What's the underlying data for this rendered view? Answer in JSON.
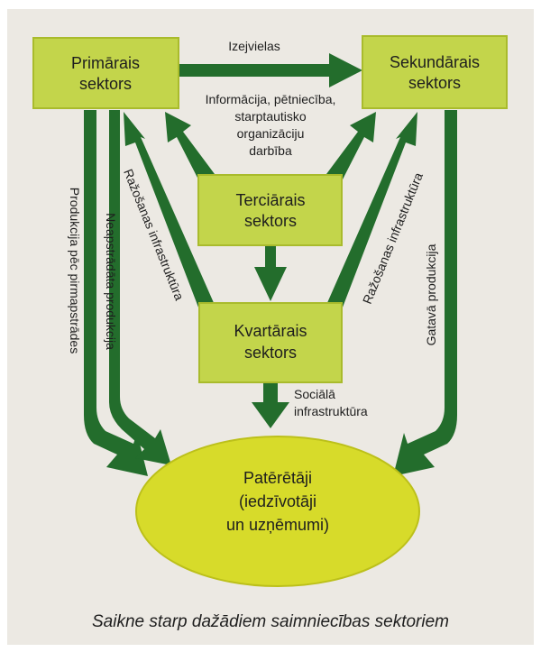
{
  "colors": {
    "page": "#ffffff",
    "panel": "#ece9e3",
    "box": "#c3d54b",
    "box_stroke": "#a9bb2c",
    "ellipse": "#d7db2a",
    "arrow": "#236d2c",
    "text": "#1e1e1e"
  },
  "nodes": {
    "primary": {
      "line1": "Primārais",
      "line2": "sektors"
    },
    "secondary": {
      "line1": "Sekundārais",
      "line2": "sektors"
    },
    "tertiary": {
      "line1": "Terciārais",
      "line2": "sektors"
    },
    "quaternary": {
      "line1": "Kvartārais",
      "line2": "sektors"
    },
    "consumers": {
      "line1": "Patērētāji",
      "line2": "(iedzīvotāji",
      "line3": "un uzņēmumi)"
    }
  },
  "edges": {
    "raw_materials": "Izejvielas",
    "information": {
      "line1": "Informācija, pētniecība,",
      "line2": "starptautisko",
      "line3": "organizāciju",
      "line4": "darbība"
    },
    "production_infra_left": "Ražošanas infrastruktūra",
    "production_infra_right": "Ražošanas infrastruktūra",
    "unprocessed_products": "Neapstrādāta produkcija",
    "primary_processed_products": "Produkcija pēc pirmapstrādes",
    "finished_products": "Gatavā produkcija",
    "social_infra": {
      "line1": "Sociālā",
      "line2": "infrastruktūra"
    }
  },
  "caption": "Saikne starp dažādiem saimniecības sektoriem"
}
